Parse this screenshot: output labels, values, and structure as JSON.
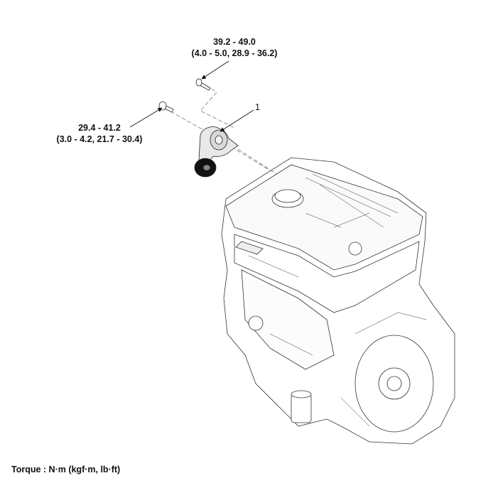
{
  "callouts": {
    "top_bolt": {
      "torque": "39.2 - 49.0",
      "torque_alt": "(4.0 - 5.0, 28.9 - 36.2)"
    },
    "left_bolt": {
      "torque": "29.4 - 41.2",
      "torque_alt": "(3.0 - 4.2, 21.7 - 30.4)"
    },
    "part_number": "1"
  },
  "footer": {
    "torque_units": "Torque : N·m (kgf·m, lb·ft)"
  }
}
